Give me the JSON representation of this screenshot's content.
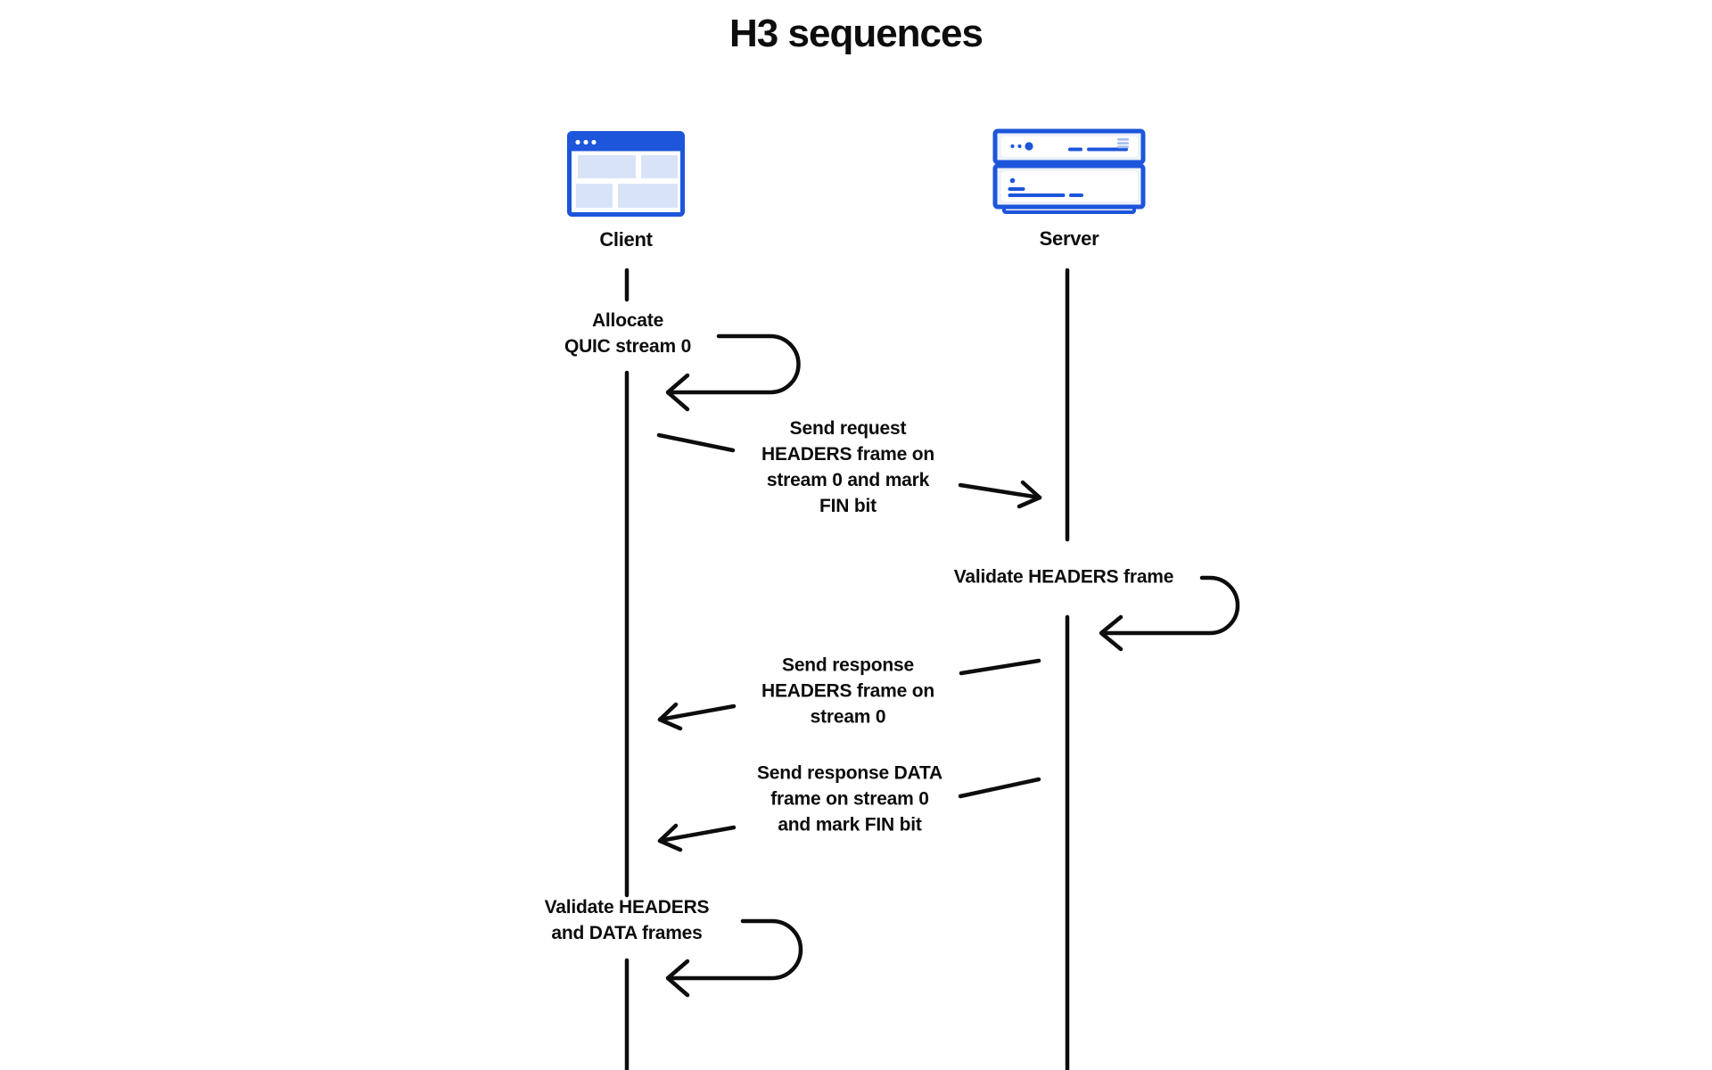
{
  "title": "H3 sequences",
  "colors": {
    "ink": "#0d0d0d",
    "accent": "#1d55db",
    "panel": "#d9e3f8",
    "unit-fill": "#edf2fb",
    "soft": "#a6c0ee",
    "paper": "#ffffff"
  },
  "actors": {
    "client": {
      "label": "Client",
      "icon": "browser-window-icon"
    },
    "server": {
      "label": "Server",
      "icon": "server-stack-icon"
    }
  },
  "messages": {
    "allocate_stream": {
      "from": "client",
      "to": "client",
      "kind": "self-loop",
      "label": "Allocate\nQUIC stream 0"
    },
    "send_request_headers": {
      "from": "client",
      "to": "server",
      "kind": "arrow",
      "label": "Send request\nHEADERS frame on\nstream 0 and mark\nFIN bit"
    },
    "validate_headers": {
      "from": "server",
      "to": "server",
      "kind": "self-loop",
      "label": "Validate HEADERS frame"
    },
    "send_response_headers": {
      "from": "server",
      "to": "client",
      "kind": "arrow",
      "label": "Send response\nHEADERS frame on\nstream 0"
    },
    "send_response_data": {
      "from": "server",
      "to": "client",
      "kind": "arrow",
      "label": "Send response DATA\nframe on stream 0\nand mark FIN bit"
    },
    "validate_frames": {
      "from": "client",
      "to": "client",
      "kind": "self-loop",
      "label": "Validate HEADERS\nand DATA frames"
    }
  }
}
